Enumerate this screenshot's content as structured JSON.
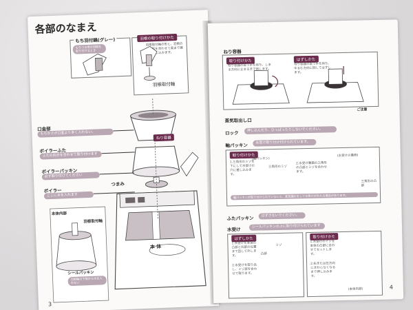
{
  "left_page": {
    "title": "各部のなまえ",
    "page_number": "3",
    "parts": {
      "tofu_maker": "もち羽付鍋(グレー)",
      "blade_attach": "羽根の取り付けかた",
      "blade_shaft": "羽根取付軸",
      "mouth": "口金部",
      "boiler_lid": "ボイラーふた",
      "boiler_packing": "ボイラーパッキン",
      "knob": "つまみ",
      "boiler": "ボイラー",
      "inner": "本体内部",
      "blade_mount": "羽根取付軸",
      "seal_packing": "シールパッキン",
      "main_body": "本 体",
      "nereyo": "ねり容器"
    },
    "notes": {
      "tofu_note": "もちつき用の羽根を取り付けるとき",
      "attach_note": "羽根取付軸の形と、羽根の穴の形を合わせて奥まで確実に差し込みます。",
      "mouth_note": "もちかさが口金より多く入れない。",
      "boiler_lid_note": "ふたの向きを合わせて取り付けます",
      "boiler_packing_note": "必ず取り付けてください",
      "boiler_note": "ここに水を入れます",
      "seal_note": "羽根軸の下側から水を入れない"
    }
  },
  "right_page": {
    "page_number": "4",
    "sections": {
      "nereyo": "ねり容器",
      "howto_attach": "取り付けかた",
      "howto_remove": "はずしかた",
      "steam_outlet": "蒸気取出し口",
      "lock": "ロック",
      "shaft_packing": "軸パッキン",
      "shaft_attach": "取り付けかた",
      "lid_packing": "ふたパッキン",
      "water_receiver": "水受け",
      "wr_remove": "はずしかた",
      "wr_attach": "取り付けかた",
      "caution": "ご注意"
    },
    "notes": {
      "attach_step": "ねり容器の取っ手を持ち、しまる方向に止まるまで回します。",
      "remove_step": "ねり容器の取っ手を持ち、ゆるむ方向に回してはずします。",
      "lock_note": "押し込んだり、ひっぱったりしないでください。",
      "shaft_note": "水受け取り付け付けられています。",
      "shaft_step1": "1.三角形のミゾを下にして水受けの穴に差し込みます。",
      "shaft_step2": "2.水受け裏面の三角形の凸部とミゾを合わせます。",
      "shaft_warning": "軸パッキンが取り付けられていないと、蒸気漏れをして水受けが外れる場合があります。",
      "lid_packing_note": "はずさないでください。",
      "water_receiver_note": "シールパッキンの上に取り付けられています",
      "wr_remove1": "1.水受けを本体の凸部と凹部の位置まで回して外します。",
      "wr_remove2": "2.水受けを取り出し、ミゾ部を合わせて取ります。",
      "wr_attach1": "1.水受けのミゾを本体の凸部に合わせてセットします。",
      "wr_attach2": "2.右または左方向にまわらなくなるまで押し込みます。",
      "label_mizo": "ミゾ",
      "label_convex": "凸部",
      "label_triangle": "三角形のミゾ",
      "label_shaft_packing": "(軸パッキン)",
      "label_water_back": "(水受けの裏側)",
      "label_triangle_convex": "三角形の凸部",
      "label_body_inner": "(本体内部)"
    }
  },
  "colors": {
    "accent": "#6b2b4c",
    "pill": "#b9a7b3",
    "page": "#fbfaf8"
  }
}
